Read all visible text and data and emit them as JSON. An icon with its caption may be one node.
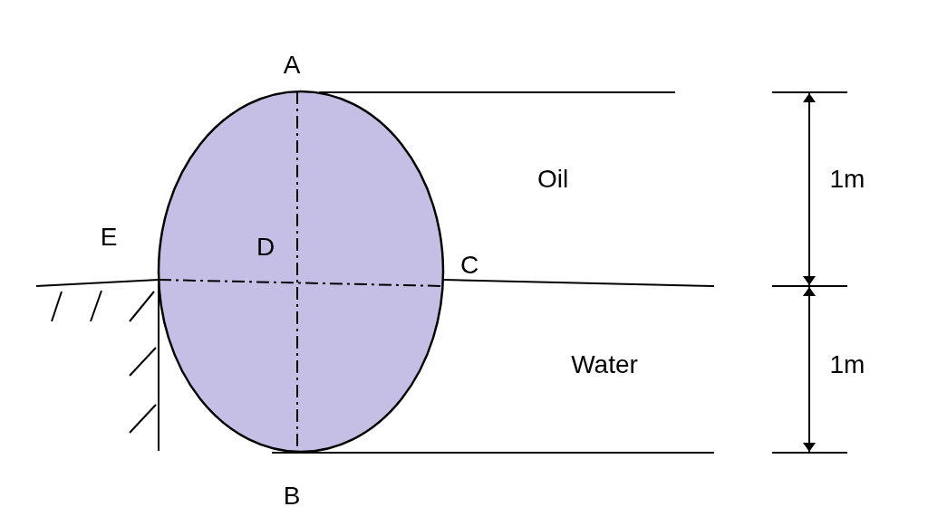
{
  "diagram": {
    "labels": [
      "A",
      "Oil",
      "1m",
      "E",
      "D",
      "C",
      "Water",
      "1m",
      "B"
    ]
  }
}
